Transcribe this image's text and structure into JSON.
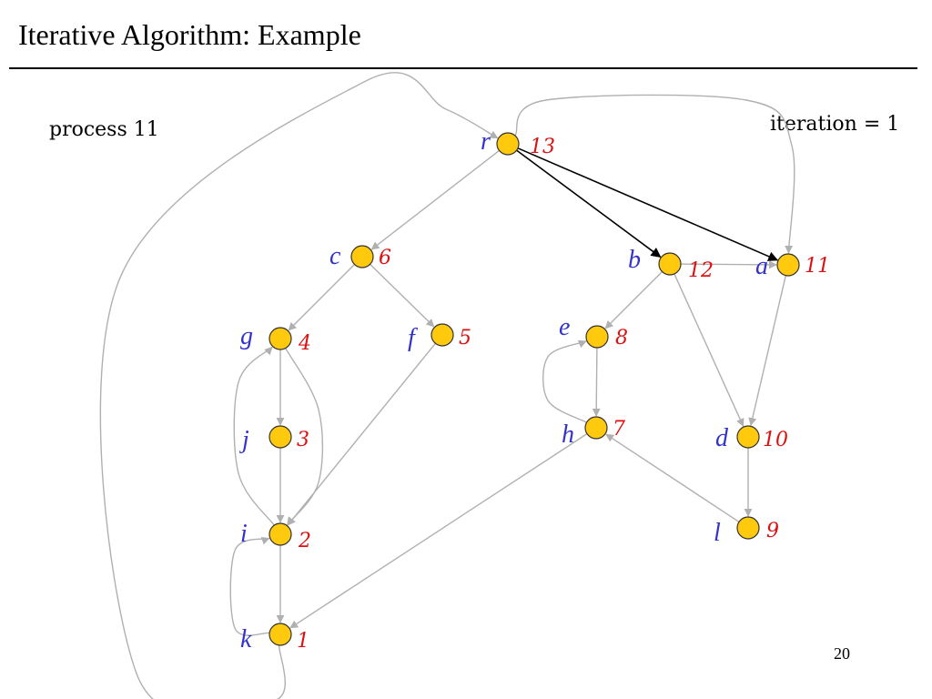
{
  "slide": {
    "title": "Iterative Algorithm: Example",
    "process_text": "process 11",
    "iteration_text": "iteration = 1",
    "page_number": "20"
  },
  "colors": {
    "node_fill": "#ffc90e",
    "node_stroke": "#333333",
    "edge_gray": "#b0b0b0",
    "edge_black": "#000000",
    "name_blue": "#3333cc",
    "number_red": "#dd1111"
  },
  "graph": {
    "nodes": [
      {
        "id": "r",
        "name": "r",
        "number": "13"
      },
      {
        "id": "c",
        "name": "c",
        "number": "6"
      },
      {
        "id": "b",
        "name": "b",
        "number": "12"
      },
      {
        "id": "a",
        "name": "a",
        "number": "11"
      },
      {
        "id": "g",
        "name": "g",
        "number": "4"
      },
      {
        "id": "f",
        "name": "f",
        "number": "5"
      },
      {
        "id": "e",
        "name": "e",
        "number": "8"
      },
      {
        "id": "j",
        "name": "j",
        "number": "3"
      },
      {
        "id": "h",
        "name": "h",
        "number": "7"
      },
      {
        "id": "d",
        "name": "d",
        "number": "10"
      },
      {
        "id": "i",
        "name": "i",
        "number": "2"
      },
      {
        "id": "l",
        "name": "l",
        "number": "9"
      },
      {
        "id": "k",
        "name": "k",
        "number": "1"
      }
    ],
    "edges": [
      {
        "from": "r",
        "to": "c",
        "highlight": false
      },
      {
        "from": "r",
        "to": "b",
        "highlight": true
      },
      {
        "from": "r",
        "to": "a",
        "highlight": true
      },
      {
        "from": "c",
        "to": "g",
        "highlight": false
      },
      {
        "from": "c",
        "to": "f",
        "highlight": false
      },
      {
        "from": "b",
        "to": "e",
        "highlight": false
      },
      {
        "from": "b",
        "to": "d",
        "highlight": false
      },
      {
        "from": "b",
        "to": "a",
        "highlight": false
      },
      {
        "from": "a",
        "to": "d",
        "highlight": false
      },
      {
        "from": "g",
        "to": "j",
        "highlight": false
      },
      {
        "from": "g",
        "to": "i",
        "highlight": false
      },
      {
        "from": "j",
        "to": "i",
        "highlight": false
      },
      {
        "from": "i",
        "to": "g",
        "highlight": false
      },
      {
        "from": "i",
        "to": "k",
        "highlight": false
      },
      {
        "from": "k",
        "to": "i",
        "highlight": false
      },
      {
        "from": "f",
        "to": "i",
        "highlight": false
      },
      {
        "from": "e",
        "to": "h",
        "highlight": false
      },
      {
        "from": "h",
        "to": "e",
        "highlight": false
      },
      {
        "from": "h",
        "to": "k",
        "highlight": false
      },
      {
        "from": "d",
        "to": "l",
        "highlight": false
      },
      {
        "from": "l",
        "to": "h",
        "highlight": false
      },
      {
        "from": "k",
        "to": "r",
        "highlight": false
      },
      {
        "from": "r",
        "to": "a",
        "highlight": false,
        "curved": true
      }
    ]
  }
}
